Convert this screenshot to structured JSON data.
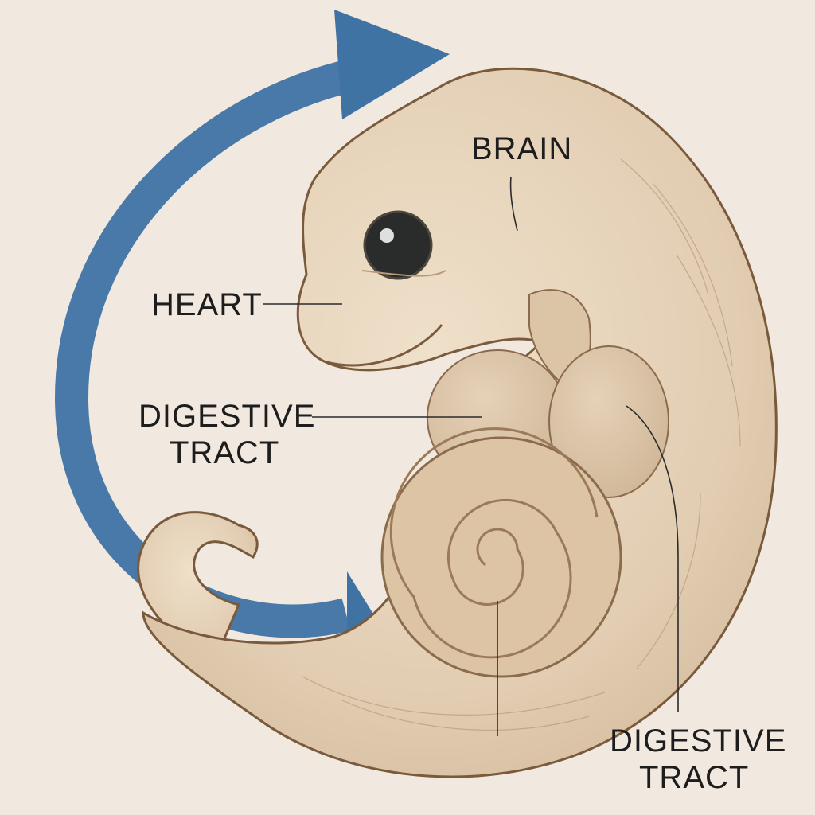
{
  "diagram": {
    "labels": {
      "brain": "BRAIN",
      "heart": "HEART",
      "digestive_left_line1": "DIGESTIVE",
      "digestive_left_line2": "TRACT",
      "digestive_right_line1": "DIGESTIVE",
      "digestive_right_line2": "TRACT"
    },
    "colors": {
      "background": "#f1e9df",
      "arrow": "#3f73a4",
      "body": "#e5d2b9",
      "outline": "#7a5a3c",
      "eye": "#2a2c2b"
    }
  }
}
